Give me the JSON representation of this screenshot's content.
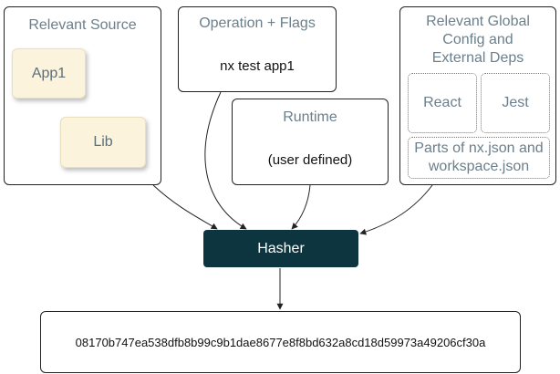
{
  "relevant_source": {
    "title": "Relevant Source",
    "app": "App1",
    "lib": "Lib"
  },
  "operation": {
    "title": "Operation + Flags",
    "command": "nx test app1"
  },
  "runtime": {
    "title": "Runtime",
    "value": "(user defined)"
  },
  "global": {
    "title_lines": [
      "Relevant Global",
      "Config and",
      "External Deps"
    ],
    "react": "React",
    "jest": "Jest",
    "parts_lines": [
      "Parts of nx.json and",
      "workspace.json"
    ]
  },
  "hasher": {
    "label": "Hasher"
  },
  "hash": {
    "value": "08170b747ea538dfb8b99c9b1dae8677e8f8bd632a8cd18d59973a49206cf30a"
  }
}
